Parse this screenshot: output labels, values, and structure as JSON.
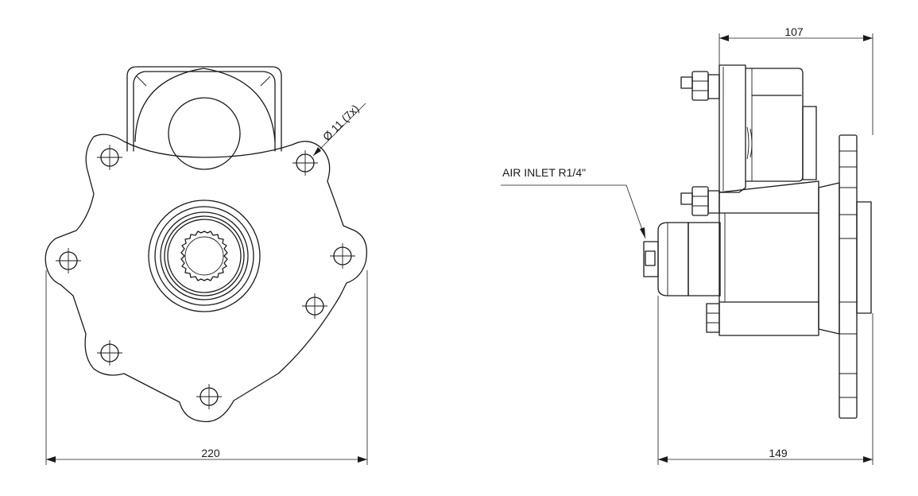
{
  "dimensions": {
    "front_width": "220",
    "side_width": "149",
    "side_flange_width": "107",
    "hole_spec": "Ø 11 (7x)"
  },
  "callouts": {
    "air_inlet": "AIR INLET R1/4\""
  },
  "colors": {
    "line": "#1a1a1a",
    "background": "#ffffff"
  }
}
